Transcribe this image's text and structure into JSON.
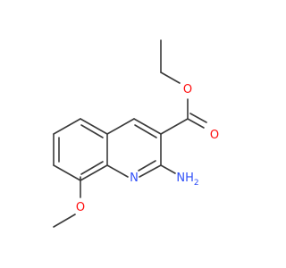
{
  "molecule": {
    "atoms": {
      "ester_carbonyl_oxygen": {
        "text": "O",
        "color": "#ff0d0d"
      },
      "ester_ether_oxygen": {
        "text": "O",
        "color": "#ff0d0d"
      },
      "methoxy_oxygen": {
        "text": "O",
        "color": "#ff0d0d"
      },
      "ring_nitrogen": {
        "text": "N",
        "color": "#3050f8"
      },
      "amino_nitrogen": {
        "text": "NH",
        "color": "#3050f8"
      },
      "amino_subscript": {
        "text": "2",
        "color": "#3050f8"
      }
    },
    "bond_color": "#3a3a3a"
  }
}
